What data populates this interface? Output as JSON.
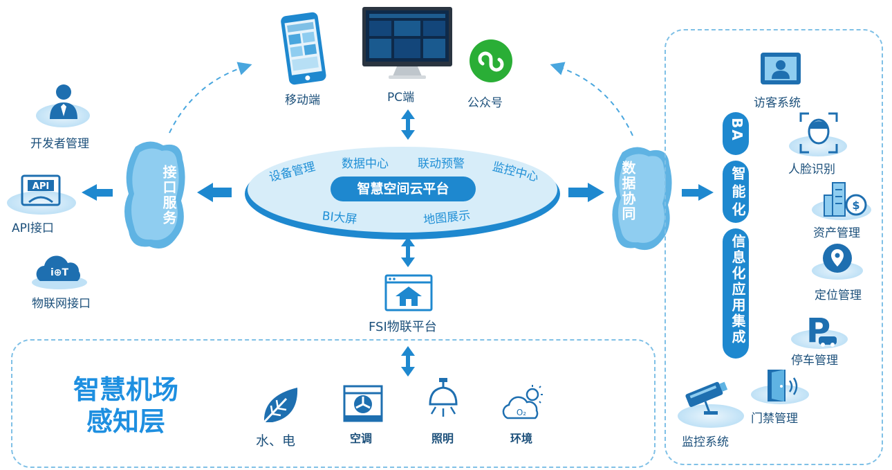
{
  "top": {
    "mobile": "移动端",
    "pc": "PC端",
    "wechat": "公众号"
  },
  "left": {
    "developer": "开发者管理",
    "api": "API接口",
    "iot": "物联网接口",
    "api_icon_text": "API",
    "iot_icon_text": "i⊕T",
    "interface_cloud": "接口服务"
  },
  "center": {
    "platform": "智慧空间云平台",
    "modules": [
      "设备管理",
      "数据中心",
      "联动预警",
      "监控中心",
      "BI大屏",
      "地图展示"
    ],
    "fsi": "FSI物联平台"
  },
  "right_cloud": "数据协同",
  "right_panel": {
    "ba": "BA",
    "smart": "智能化",
    "integration": "信息化应用集成",
    "items": [
      "访客系统",
      "人脸识别",
      "资产管理",
      "定位管理",
      "停车管理",
      "门禁管理",
      "监控系统"
    ],
    "parking_icon_text": "P"
  },
  "bottom": {
    "title_line1": "智慧机场",
    "title_line2": "感知层",
    "items": [
      "水、电",
      "空调",
      "照明",
      "环境"
    ],
    "o2_text": "O₂"
  },
  "colors": {
    "primary": "#1e88cf",
    "light": "#bfe1f6",
    "text": "#1b4f7a",
    "wechat": "#2aae36"
  }
}
